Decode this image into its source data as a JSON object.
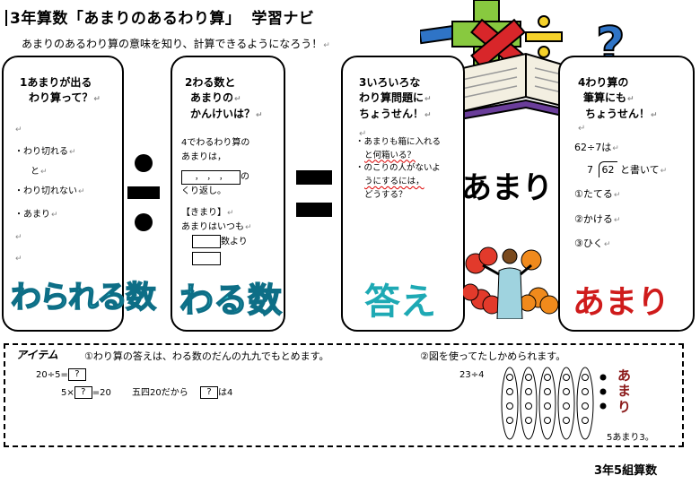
{
  "header": {
    "title": "3年算数「あまりのあるわり算」",
    "navi": "学習ナビ",
    "subtitle": "あまりのあるわり算の意味を知り、計算できるようになろう！"
  },
  "return_mark": "↵",
  "cards": {
    "c1": {
      "heading": [
        "1あまりが出る",
        "わり算って？"
      ],
      "lines": [
        "・わり切れる",
        "と",
        "・わり切れない",
        "・あまり"
      ],
      "big": "わられる数"
    },
    "c2": {
      "heading": [
        "2わる数と",
        "あまりの",
        "かんけいは？"
      ],
      "intro": [
        "4でわるわり算の",
        "あまりは，"
      ],
      "blank": "，　，　，",
      "blank_after": "の",
      "repeat": "くり返し。",
      "rule_title": "【きまり】",
      "rule_line": "あまりはいつも",
      "rule_cmp1": "数より",
      "big": "わる数"
    },
    "c3": {
      "heading": [
        "3いろいろな",
        "わり算問題に",
        "ちょうせん！"
      ],
      "bullets": [
        "・あまりも箱に入れる",
        "と何箱いる？",
        "・のこりの人がないよ",
        "うにするには，",
        "どうする？"
      ],
      "big": "答え"
    },
    "c4": {
      "heading": [
        "4わり算の",
        "筆算にも",
        "ちょうせん！"
      ],
      "expr": "62÷7は",
      "long_div_divisor": "7",
      "long_div_dividend": "62",
      "long_div_tail": "と書いて",
      "steps": [
        "①たてる",
        "②かける",
        "③ひく"
      ],
      "big": "あまり"
    }
  },
  "operators": {
    "divide": "÷",
    "equals": "="
  },
  "clipart": {
    "word": "あまり"
  },
  "items": {
    "label": "アイテム",
    "tip1": "①わり算の答えは、わる数のだんの九九でもとめます。",
    "tip2": "②図を使ってたしかめられます。",
    "eq1": "20÷5=",
    "eq1_box": "?",
    "eq2_prefix": "5×",
    "eq2_box": "?",
    "eq2_suffix": "=20",
    "eq3_prefix": "五四20だから",
    "eq3_box": "?",
    "eq3_suffix": "は4",
    "div_expr": "23÷4",
    "amari_vertical": [
      "あ",
      "ま",
      "り"
    ],
    "result": "5あまり3。"
  },
  "footer": "3年5組算数",
  "colors": {
    "cyan_fill": "#37d0d8",
    "cyan_stroke": "#0d6e86",
    "teal": "#1ea9b4",
    "red": "#cf1b1b",
    "amari_dark": "#8b1a1a"
  }
}
